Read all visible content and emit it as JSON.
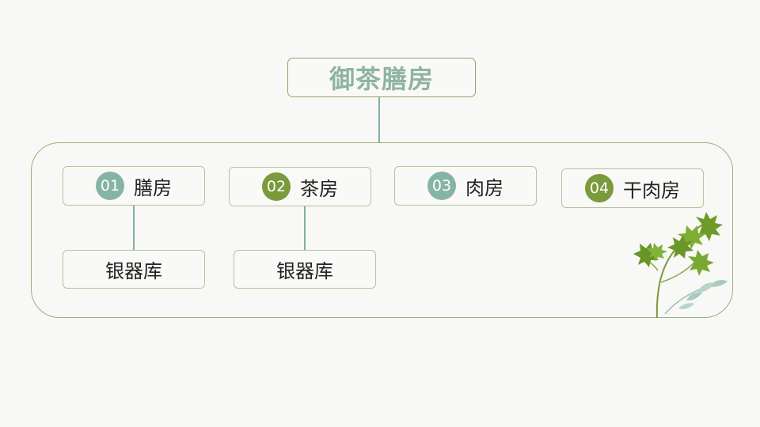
{
  "title": "御茶膳房",
  "departments": [
    {
      "number": "01",
      "name": "膳房",
      "badge_color": "#86b4a4"
    },
    {
      "number": "02",
      "name": "茶房",
      "badge_color": "#7a9a3c"
    },
    {
      "number": "03",
      "name": "肉房",
      "badge_color": "#86b4a4"
    },
    {
      "number": "04",
      "name": "干肉房",
      "badge_color": "#7a9a3c"
    }
  ],
  "sub_nodes": [
    {
      "name": "银器库"
    },
    {
      "name": "银器库"
    }
  ],
  "colors": {
    "border_green": "#9cb07a",
    "connector": "#7fb0a2",
    "title_text": "#8fb3a4"
  },
  "decoration": "parsley-leaf-icon"
}
